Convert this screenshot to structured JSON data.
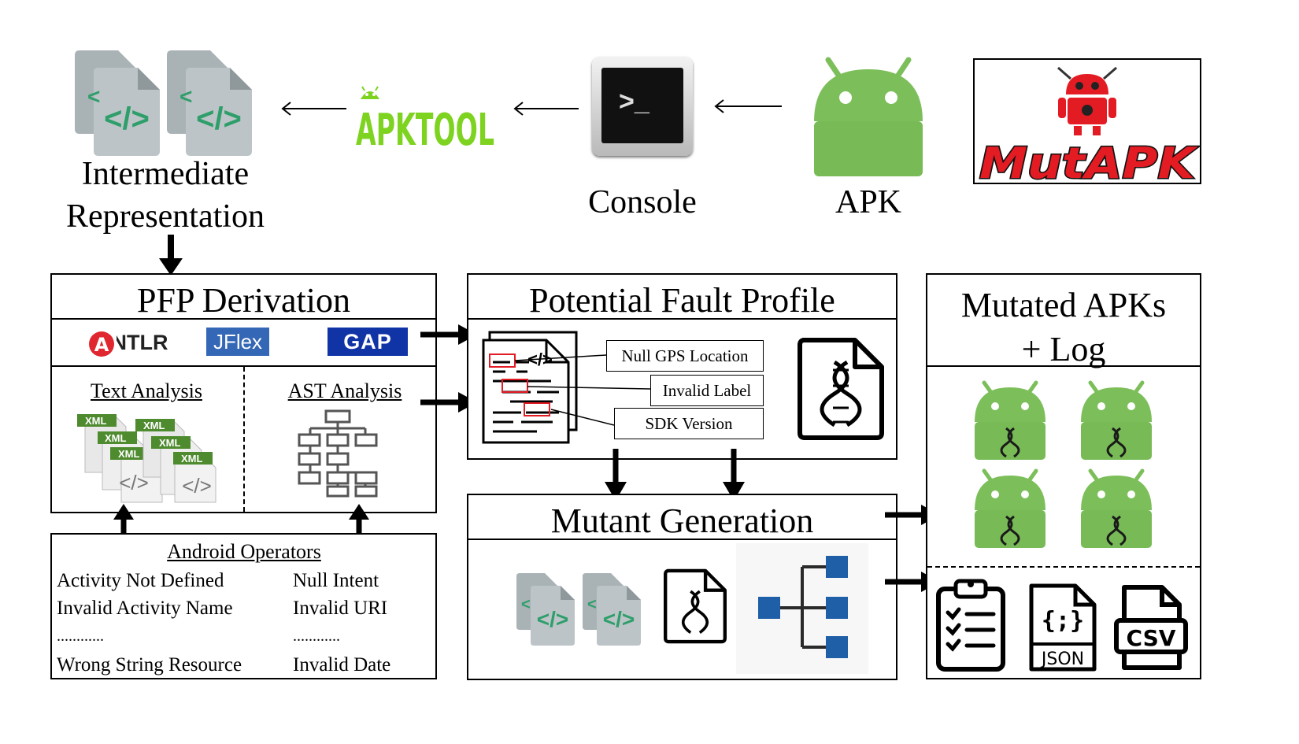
{
  "top": {
    "intermediate_label_1": "Intermediate",
    "intermediate_label_2": "Representation",
    "apktool_logo": "APKTOOL",
    "console_label": "Console",
    "console_prompt": ">_",
    "apk_label": "APK",
    "mutapk_logo": "MutAPK"
  },
  "pfp": {
    "title": "PFP Derivation",
    "tools": [
      "ANTLR",
      "JFlex",
      "GAP"
    ],
    "text_analysis": "Text Analysis",
    "ast_analysis": "AST Analysis",
    "xml_tag": "XML"
  },
  "operators": {
    "title": "Android Operators",
    "left": [
      "Activity Not Defined",
      "Invalid Activity Name",
      "............",
      "Wrong String Resource"
    ],
    "right": [
      "Null Intent",
      "Invalid URI",
      "............",
      "Invalid Date"
    ]
  },
  "profile": {
    "title": "Potential Fault Profile",
    "callouts": [
      "Null GPS Location",
      "Invalid Label",
      "SDK Version"
    ]
  },
  "mutant": {
    "title": "Mutant Generation"
  },
  "mutated": {
    "title_1": "Mutated APKs",
    "title_2": "+ Log",
    "json_label": "JSON",
    "json_glyph": "{;}",
    "csv_label": "CSV"
  },
  "colors": {
    "android_green": "#7cbf5a",
    "apktool_green": "#7ed321",
    "doc_gray": "#a9b2b5",
    "code_green": "#2e9e6a",
    "jflex_blue": "#3467b5",
    "gap_blue": "#1034a6",
    "antlr_red": "#e0262f",
    "node_blue": "#1f5fa8",
    "mutapk_red": "#e31b23"
  }
}
